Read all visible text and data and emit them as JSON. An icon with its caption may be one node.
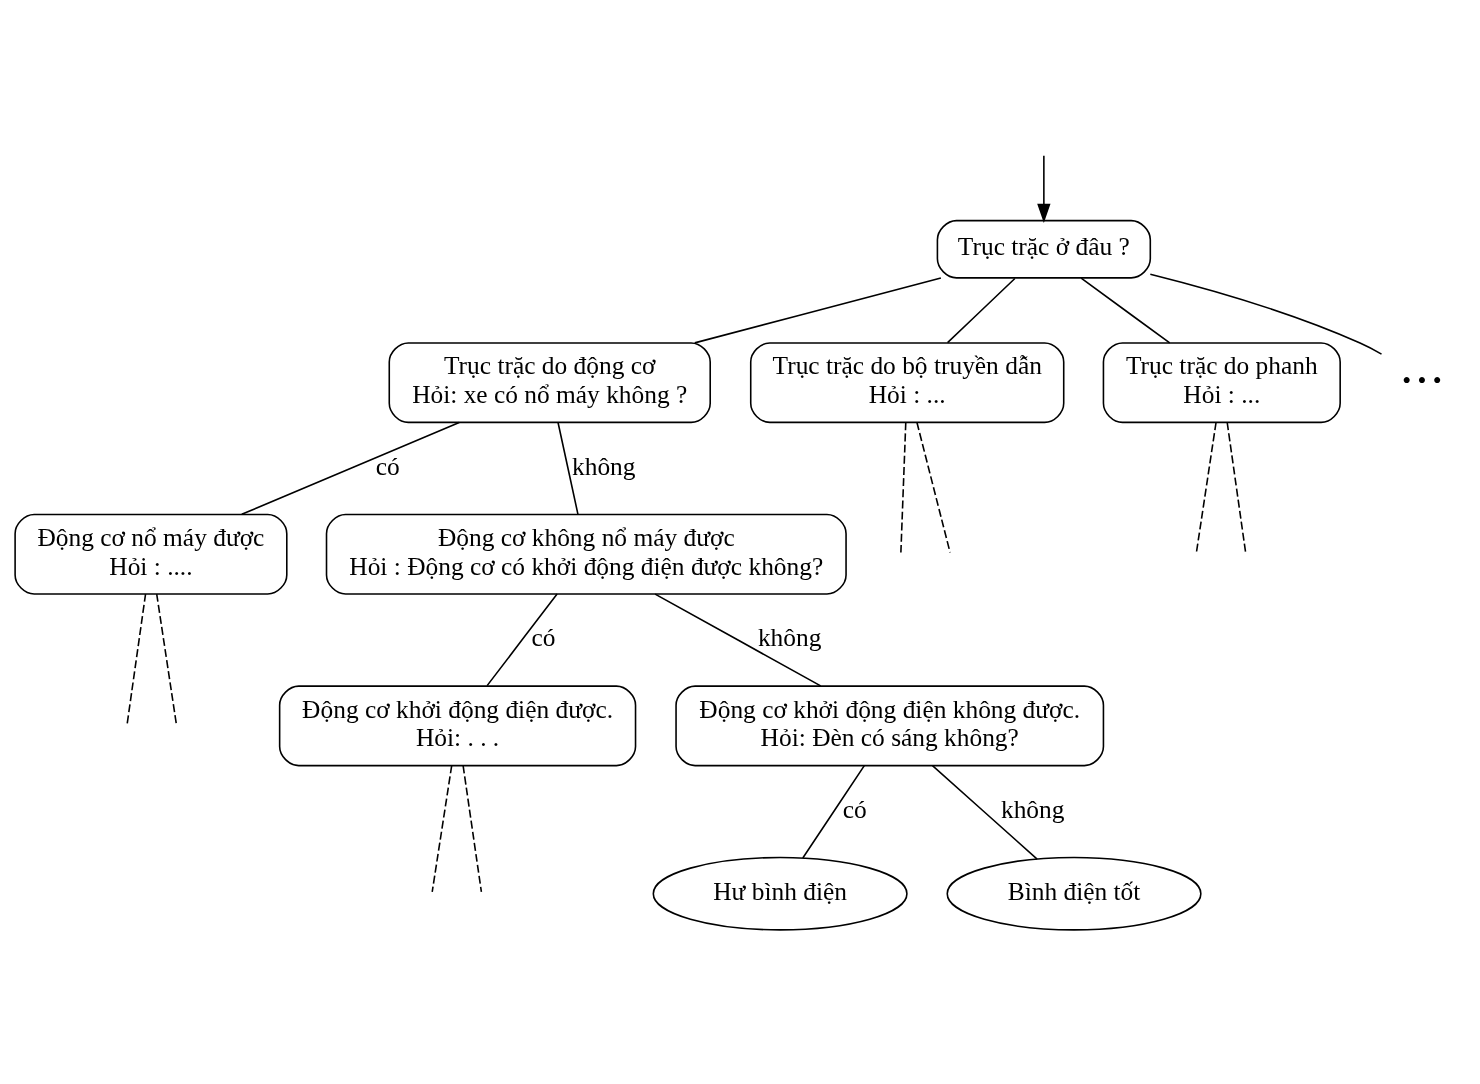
{
  "diagram": {
    "nodes": [
      {
        "text": [
          "Trục trặc ở đâu ?"
        ]
      },
      {
        "text": [
          "Trục trặc do động cơ",
          "Hỏi: xe có nổ máy không ?"
        ]
      },
      {
        "text": [
          "Trục trặc do bộ truyền dẫn",
          "Hỏi : ..."
        ]
      },
      {
        "text": [
          "Trục trặc do phanh",
          "Hỏi : ..."
        ]
      },
      {
        "text": [
          "• • •"
        ]
      },
      {
        "text": [
          "Động cơ nổ máy được",
          "Hỏi : ...."
        ]
      },
      {
        "text": [
          "Động cơ không nổ máy được",
          "Hỏi : Động cơ có khởi động điện được không?"
        ]
      },
      {
        "text": [
          "Động cơ khởi động điện được.",
          "Hỏi: . . ."
        ]
      },
      {
        "text": [
          "Động cơ khởi động điện không được.",
          "Hỏi: Đèn có sáng không?"
        ]
      },
      {
        "text": [
          "Hư bình điện"
        ]
      },
      {
        "text": [
          "Bình điện tốt"
        ]
      }
    ],
    "edges": [
      {
        "from": null,
        "to": 0,
        "arrow": "to"
      },
      {
        "from": 0,
        "to": 1,
        "arrow": "none"
      },
      {
        "from": 0,
        "to": 2,
        "arrow": "none"
      },
      {
        "from": 0,
        "to": 3,
        "arrow": "none"
      },
      {
        "from": 0,
        "to": 4,
        "arrow": "none"
      },
      {
        "from": 2,
        "to": null,
        "arrow": "none",
        "style": "dashed"
      },
      {
        "from": 2,
        "to": null,
        "arrow": "none",
        "style": "dashed"
      },
      {
        "from": 3,
        "to": null,
        "arrow": "none",
        "style": "dashed"
      },
      {
        "from": 3,
        "to": null,
        "arrow": "none",
        "style": "dashed"
      },
      {
        "from": 1,
        "to": 5,
        "label": "có",
        "arrow": "none"
      },
      {
        "from": 1,
        "to": 6,
        "label": "không",
        "arrow": "none"
      },
      {
        "from": 5,
        "to": null,
        "arrow": "none",
        "style": "dashed"
      },
      {
        "from": 5,
        "to": null,
        "arrow": "none",
        "style": "dashed"
      },
      {
        "from": 6,
        "to": 7,
        "label": "có",
        "arrow": "none"
      },
      {
        "from": 6,
        "to": 8,
        "label": "không",
        "arrow": "none"
      },
      {
        "from": 7,
        "to": null,
        "arrow": "none",
        "style": "dashed"
      },
      {
        "from": 7,
        "to": null,
        "arrow": "none",
        "style": "dashed"
      },
      {
        "from": 8,
        "to": 9,
        "label": "có",
        "arrow": "none"
      },
      {
        "from": 8,
        "to": 10,
        "label": "không",
        "arrow": "none"
      }
    ]
  }
}
